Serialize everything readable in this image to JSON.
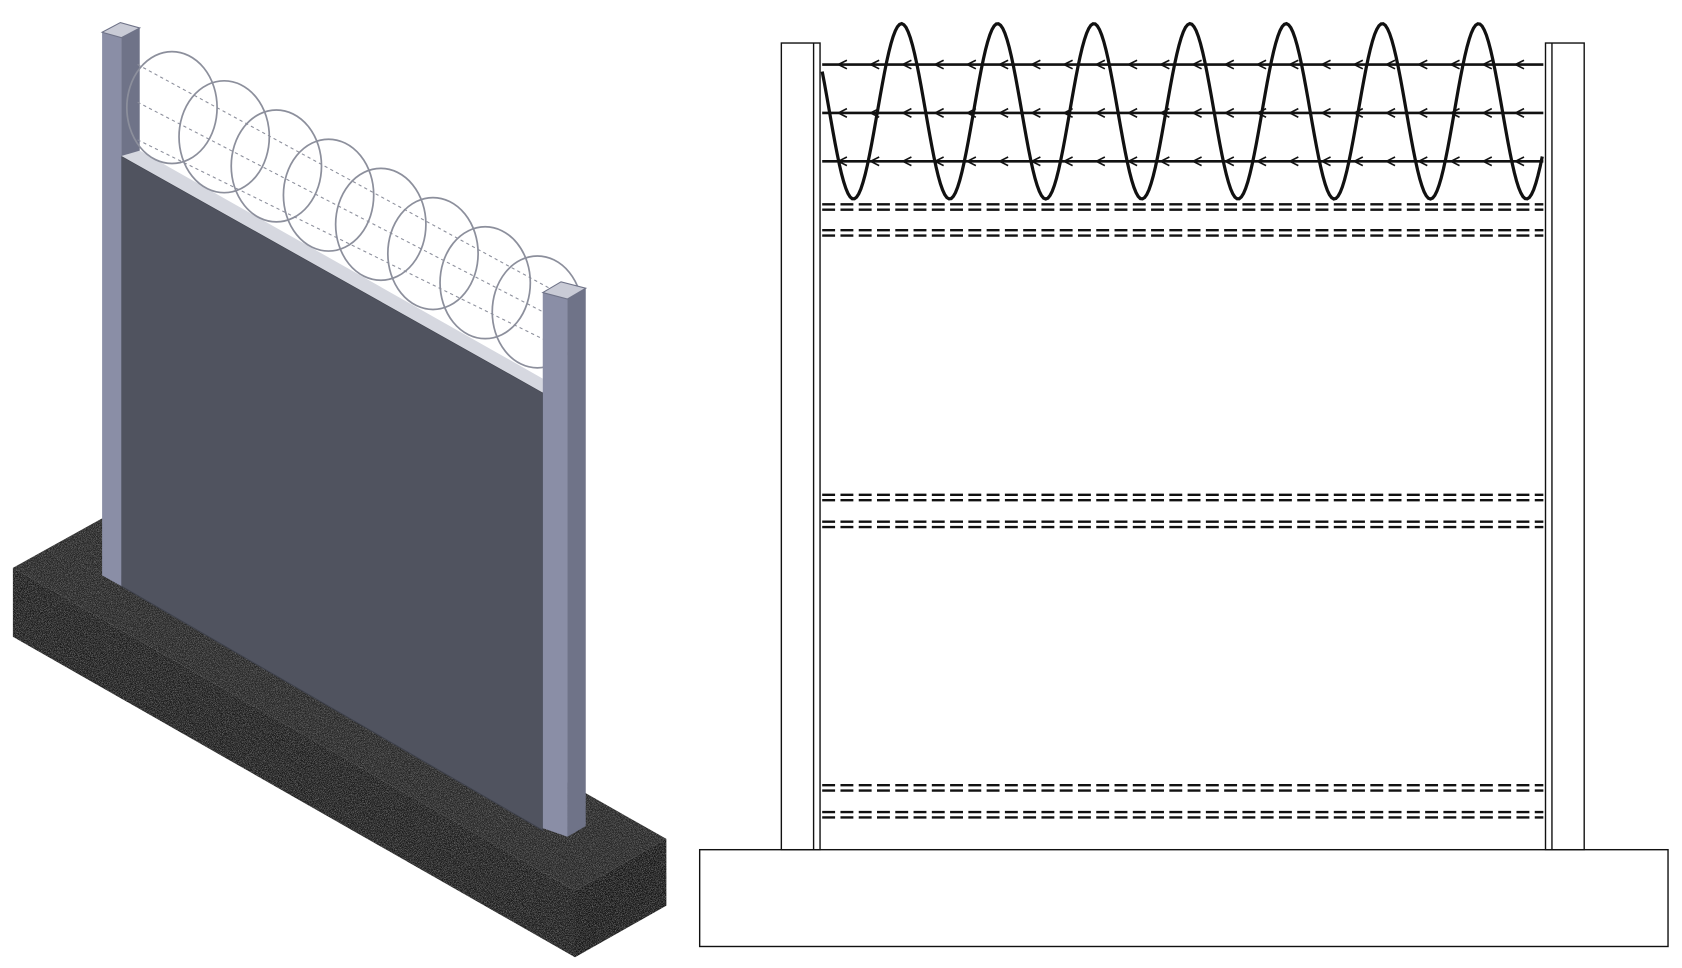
{
  "colors": {
    "background": "#ffffff",
    "panel": "#50535f",
    "post_front": "#8a8ea6",
    "post_side": "#6f7388",
    "post_top": "#c9cbd6",
    "base": "#1a1a1a",
    "wire_iso": "#8c8f9c",
    "line_drawing": "#111111"
  },
  "razor_wire": {
    "coil_loops_isometric": 8,
    "sine_periods_elevation": 7.5,
    "barbed_strands": 3
  },
  "elevation": {
    "dashed_rail_pairs": 3
  }
}
